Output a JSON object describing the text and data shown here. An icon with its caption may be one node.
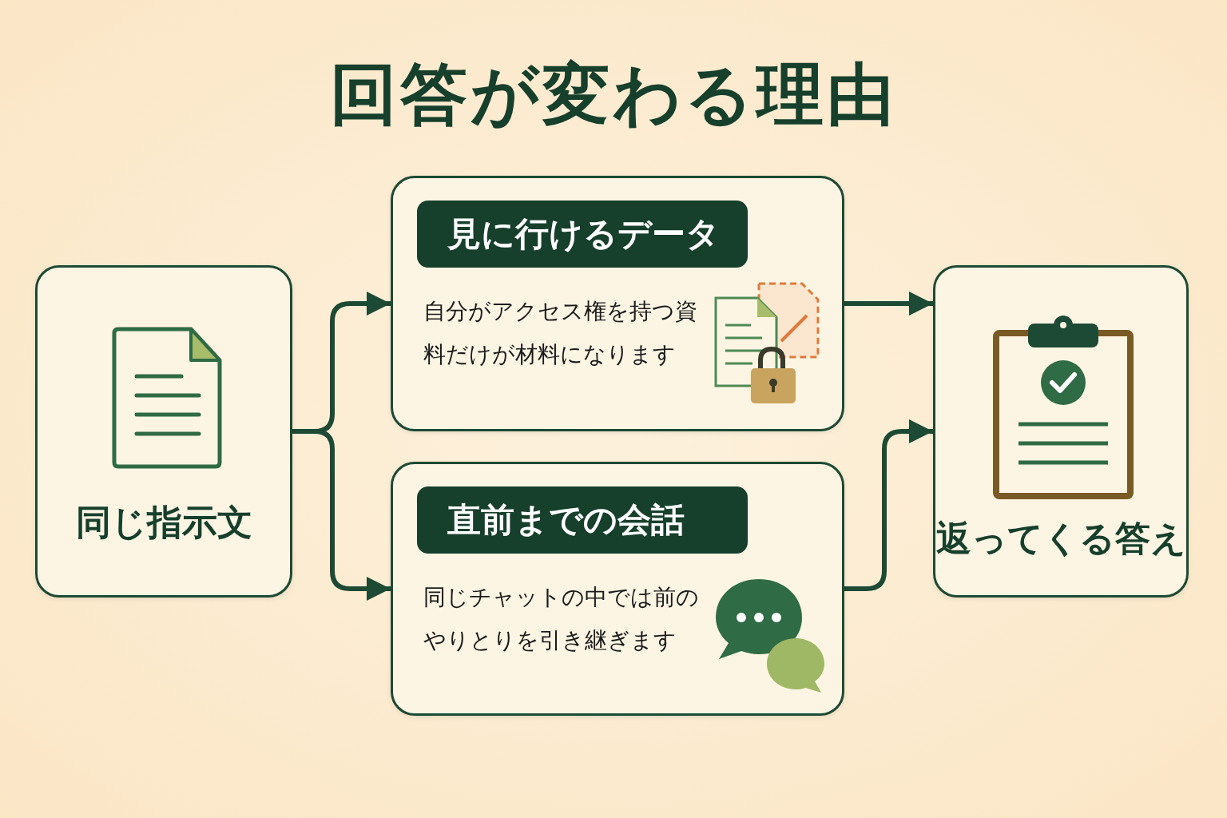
{
  "diagram": {
    "title": "回答が変わる理由",
    "nodes": [
      {
        "text": [
          "同じ指示文"
        ]
      },
      {
        "text": [
          "見に行けるデータ",
          "自分がアクセス権を持つ資料だけが材料になります"
        ]
      },
      {
        "text": [
          "直前までの会話",
          "同じチャットの中では前のやりとりを引き継ぎます"
        ]
      },
      {
        "text": [
          "返ってくる答え"
        ]
      }
    ],
    "edges": [
      {
        "from": 0,
        "to": 1,
        "arrow": "to"
      },
      {
        "from": 0,
        "to": 2,
        "arrow": "to"
      },
      {
        "from": 1,
        "to": 3,
        "arrow": "to"
      },
      {
        "from": 2,
        "to": 3,
        "arrow": "to"
      }
    ]
  }
}
